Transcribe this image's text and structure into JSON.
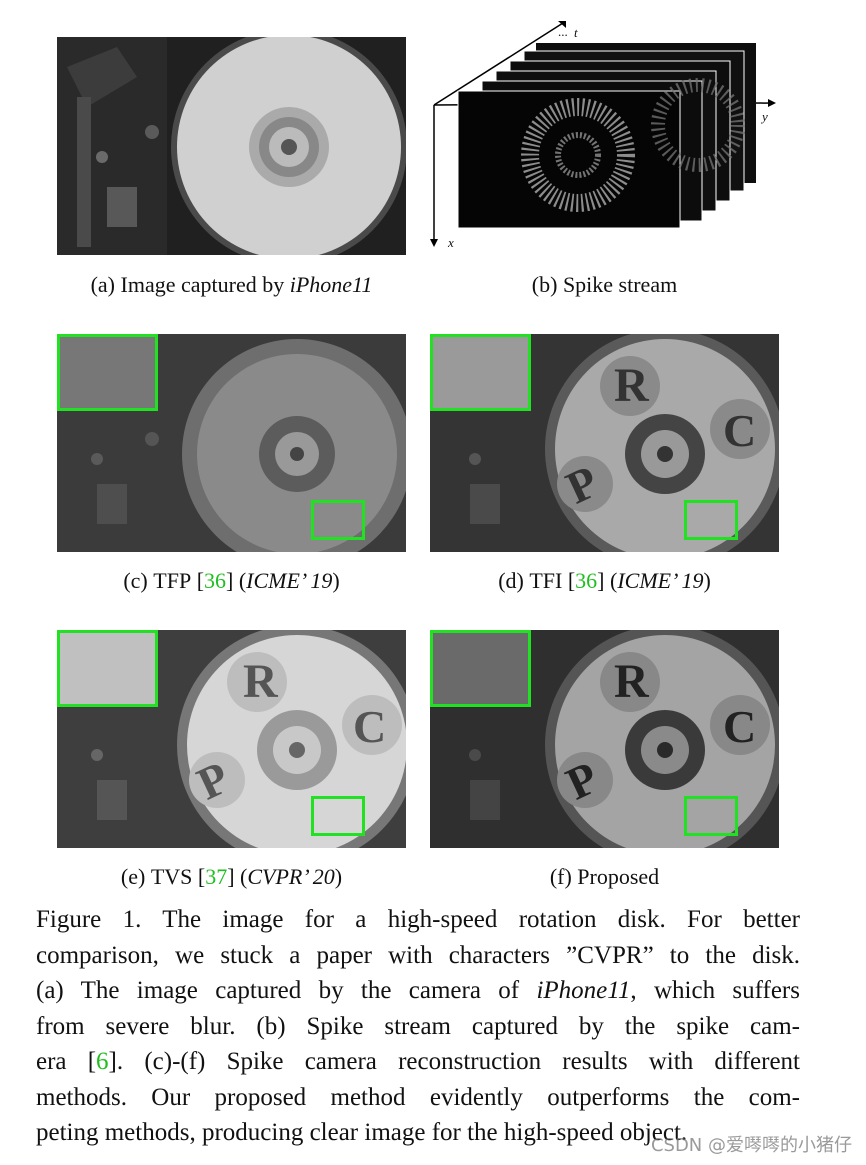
{
  "panels": {
    "a": {
      "label_prefix": "(a)",
      "label_text": "Image captured by ",
      "label_italic": "iPhone11"
    },
    "b": {
      "label_prefix": "(b)",
      "label_text": "Spike stream",
      "axis_t": "t",
      "axis_y": "y",
      "axis_x": "x",
      "dots": "..."
    },
    "c": {
      "label_prefix": "(c)",
      "method": "TFP",
      "cite_open": "[",
      "cite": "36",
      "cite_close": "]",
      "venue": "ICME’ 19"
    },
    "d": {
      "label_prefix": "(d)",
      "method": "TFI",
      "cite_open": "[",
      "cite": "36",
      "cite_close": "]",
      "venue": "ICME’ 19"
    },
    "e": {
      "label_prefix": "(e)",
      "method": "TVS",
      "cite_open": "[",
      "cite": "37",
      "cite_close": "]",
      "venue": "CVPR’ 20"
    },
    "f": {
      "label_prefix": "(f)",
      "label_text": "Proposed"
    },
    "disk_letters": [
      "R",
      "C",
      "P"
    ]
  },
  "caption": {
    "l1": "Figure 1. The image for a high-speed rotation disk.  For better",
    "l2": "comparison, we stuck a paper with characters ”CVPR” to the disk.",
    "l3a": "(a) The image captured by the camera of ",
    "l3b": "iPhone11",
    "l3c": ", which suffers",
    "l4": "from severe blur.  (b) Spike stream captured by the spike cam-",
    "l5a": "era [",
    "l5b": "6",
    "l5c": "].  (c)-(f) Spike camera reconstruction results with different",
    "l6": "methods.  Our proposed method evidently outperforms the com-",
    "l7": "peting methods, producing clear image for the high-speed object."
  },
  "watermark": "CSDN @爱噖噖的小猪仔",
  "colors": {
    "accent_green": "#22e022",
    "cite_green": "#1fbf1f"
  }
}
